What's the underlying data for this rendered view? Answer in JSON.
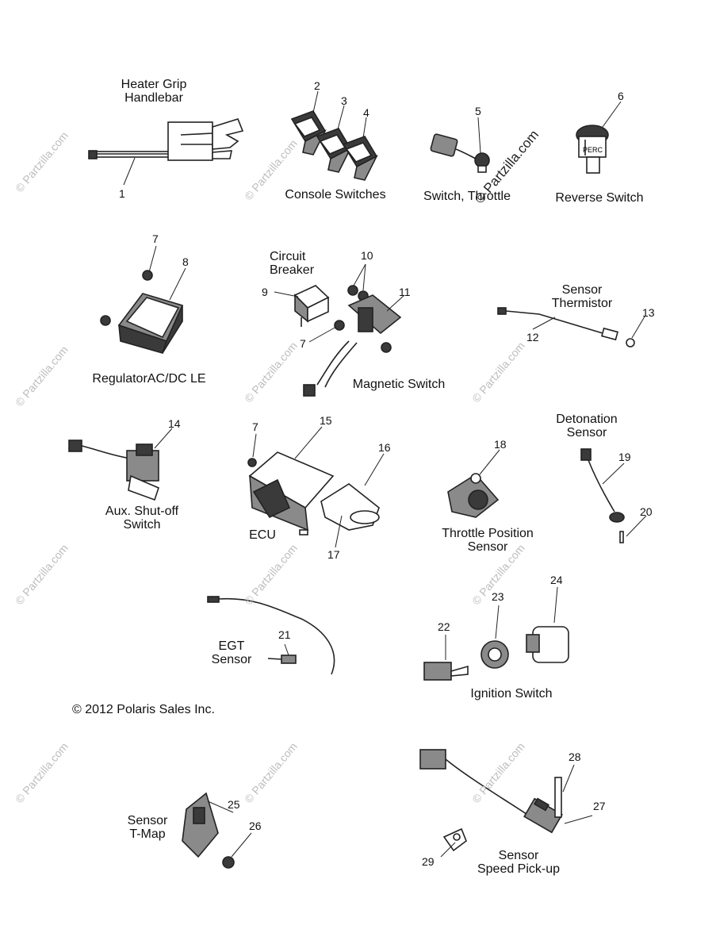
{
  "title": "",
  "copyright": "© 2012 Polaris Sales Inc.",
  "watermark": "© Partzilla.com",
  "groups": {
    "heater_grip": "Heater Grip\nHandlebar",
    "console_switches": "Console Switches",
    "switch_throttle": "Switch, Throttle",
    "reverse_switch": "Reverse Switch",
    "circuit_breaker": "Circuit\nBreaker",
    "regulator": "RegulatorAC/DC LE",
    "magnetic_switch": "Magnetic Switch",
    "sensor_thermistor": "Sensor\nThermistor",
    "detonation_sensor": "Detonation\nSensor",
    "aux_shutoff": "Aux. Shut-off\nSwitch",
    "ecu": "ECU",
    "throttle_position_sensor": "Throttle Position\nSensor",
    "egt_sensor": "EGT\nSensor",
    "ignition_switch": "Ignition Switch",
    "sensor_tmap": "Sensor\nT-Map",
    "sensor_speed": "Sensor\nSpeed Pick-up"
  },
  "perc_label": "PERC",
  "callouts": [
    "1",
    "2",
    "3",
    "4",
    "5",
    "6",
    "7",
    "7",
    "7",
    "8",
    "9",
    "10",
    "11",
    "12",
    "13",
    "14",
    "15",
    "16",
    "17",
    "18",
    "19",
    "20",
    "21",
    "22",
    "23",
    "24",
    "25",
    "26",
    "27",
    "28",
    "29"
  ]
}
